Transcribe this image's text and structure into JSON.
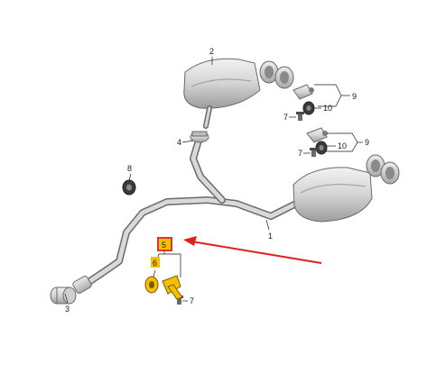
{
  "diagram": {
    "callouts": {
      "c1": "1",
      "c2": "2",
      "c3": "3",
      "c4": "4",
      "c5": "5",
      "c6": "6",
      "c7a": "7",
      "c7b": "7",
      "c7c": "7",
      "c8": "8",
      "c9a": "9",
      "c9b": "9",
      "c10a": "10",
      "c10b": "10"
    },
    "colors": {
      "highlight_box": "#e8332b",
      "highlight_fill": "#f6c000",
      "pointer_arrow": "#e02020",
      "part_fill": "#dcdcdc",
      "line": "#1a1a1a"
    }
  }
}
